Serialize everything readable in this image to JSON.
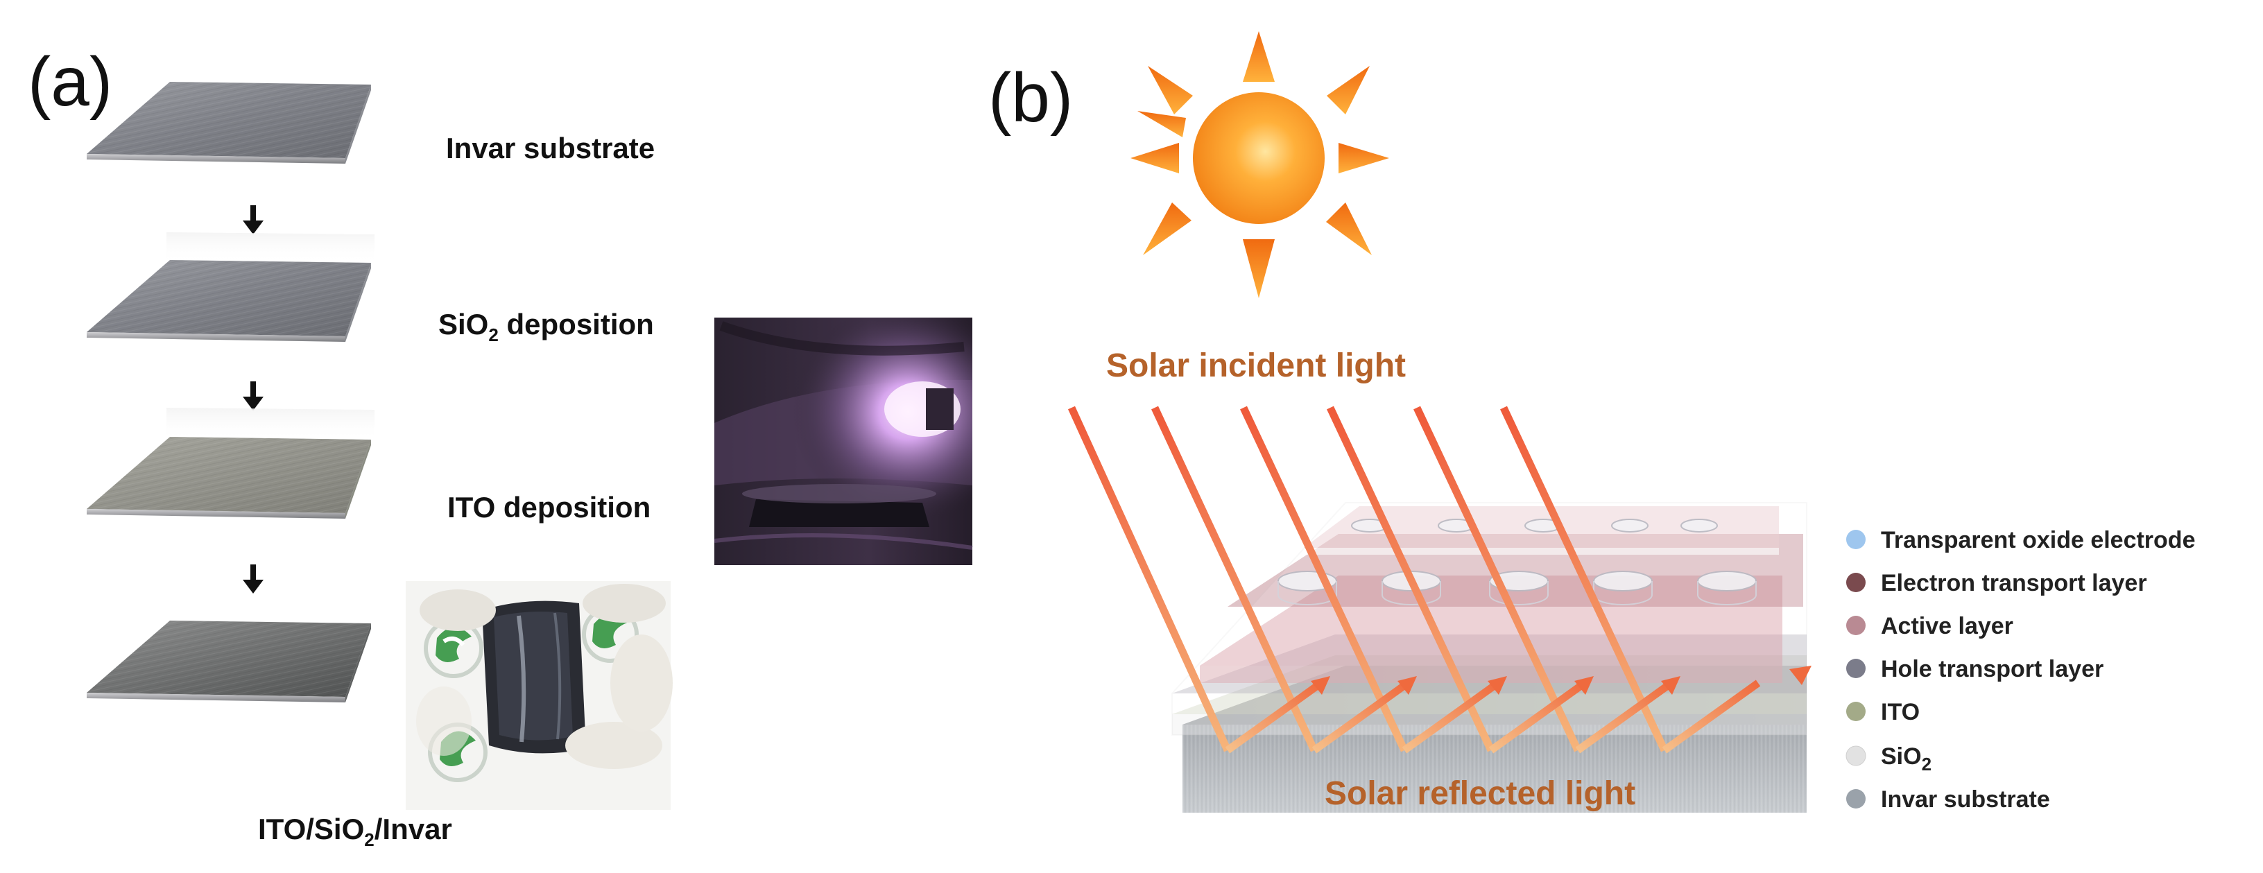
{
  "panel_a": {
    "letter": "(a)",
    "steps": [
      {
        "label": "Invar substrate"
      },
      {
        "label_main": "SiO",
        "label_sub": "2",
        "label_tail": " deposition"
      },
      {
        "label": "ITO deposition"
      }
    ],
    "final_label": {
      "part1": "ITO/SiO",
      "sub": "2",
      "part2": "/Invar"
    }
  },
  "panel_b": {
    "letter": "(b)",
    "incident_label": "Solar incident light",
    "reflected_label": "Solar reflected light",
    "legend": [
      {
        "label": "Transparent oxide electrode",
        "color": "#9ec6ee"
      },
      {
        "label": "Electron transport layer",
        "color": "#7a4a4e"
      },
      {
        "label": "Active layer",
        "color": "#b98a93"
      },
      {
        "label": "Hole transport layer",
        "color": "#7b7c8a"
      },
      {
        "label": "ITO",
        "color": "#a3aa88"
      },
      {
        "label_main": "SiO",
        "label_sub": "2",
        "color": "#e2e2e2"
      },
      {
        "label": "Invar substrate",
        "color": "#9aa2aa"
      }
    ]
  },
  "colors": {
    "sun_core": "#f28a12",
    "sun_ray": "#f07a10",
    "light_text": "#b5622a",
    "beam": "#ee6a46"
  }
}
